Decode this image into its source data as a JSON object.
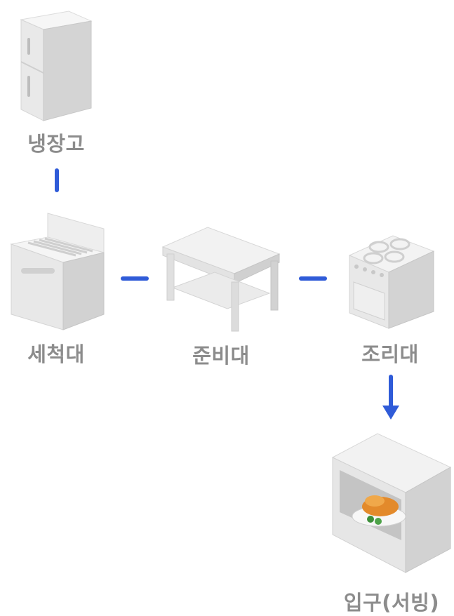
{
  "nodes": [
    {
      "id": "fridge",
      "label": "냉장고",
      "icon": "refrigerator-icon"
    },
    {
      "id": "sink",
      "label": "세척대",
      "icon": "sink-icon"
    },
    {
      "id": "prep",
      "label": "준비대",
      "icon": "prep-table-icon"
    },
    {
      "id": "stove",
      "label": "조리대",
      "icon": "stove-icon"
    },
    {
      "id": "serving",
      "label": "입구(서빙)",
      "icon": "serving-window-icon"
    }
  ],
  "colors": {
    "connector": "#2f5bd8",
    "label": "#8c8c8c"
  }
}
